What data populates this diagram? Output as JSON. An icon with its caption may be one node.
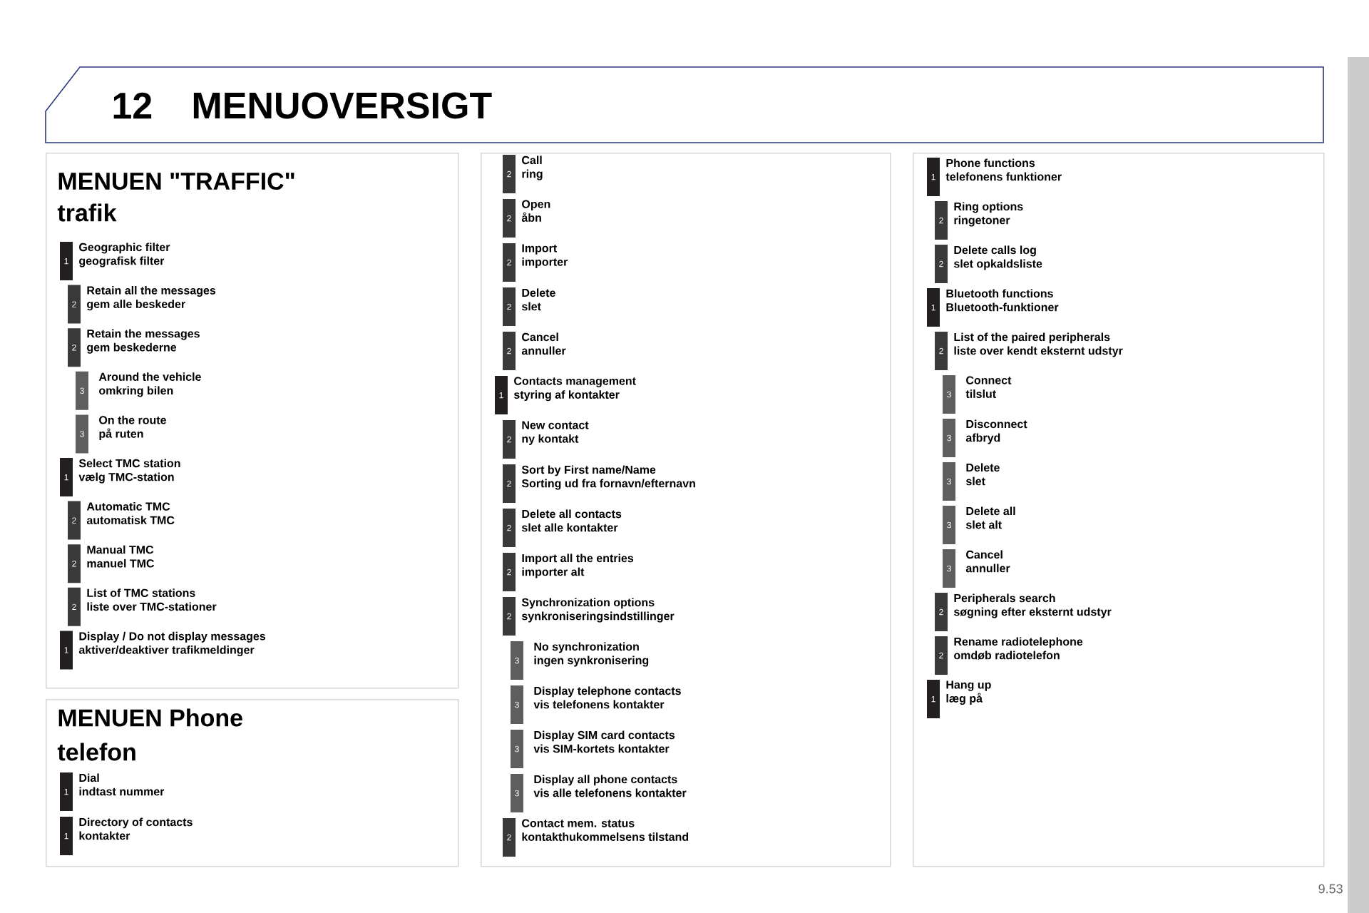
{
  "diagram": {
    "title": "MENUOVERSIGT",
    "nodes": [
      {
        "text": [
          "MENUEN \"TRAFFIC\"",
          "trafik"
        ]
      },
      {
        "text": [
          "1"
        ],
        "beside": [
          "Geographic filter",
          "geografisk filter"
        ],
        "in": 0
      },
      {
        "text": [
          "2"
        ],
        "beside": [
          "Retain all the messages",
          "gem alle beskeder"
        ],
        "in": 0
      },
      {
        "text": [
          "2"
        ],
        "beside": [
          "Retain the messages",
          "gem beskederne"
        ],
        "in": 0
      },
      {
        "text": [
          "3"
        ],
        "beside": [
          "Around the vehicle",
          "omkring bilen"
        ],
        "in": 0
      },
      {
        "text": [
          "3"
        ],
        "beside": [
          "On the route",
          "på ruten"
        ],
        "in": 0
      },
      {
        "text": [
          "1"
        ],
        "beside": [
          "Select TMC station",
          "vælg TMC-station"
        ],
        "in": 0
      },
      {
        "text": [
          "2"
        ],
        "beside": [
          "Automatic TMC",
          "automatisk TMC"
        ],
        "in": 0
      },
      {
        "text": [
          "2"
        ],
        "beside": [
          "Manual TMC",
          "manuel TMC"
        ],
        "in": 0
      },
      {
        "text": [
          "2"
        ],
        "beside": [
          "List of TMC stations",
          "liste over TMC-stationer"
        ],
        "in": 0
      },
      {
        "text": [
          "1"
        ],
        "beside": [
          "Display / Do not display messages",
          "aktiver/deaktiver trafikmeldinger"
        ],
        "in": 0
      },
      {
        "text": [
          "MENUEN Phone",
          "telefon"
        ]
      },
      {
        "text": [
          "1"
        ],
        "beside": [
          "Dial",
          "indtast nummer"
        ],
        "in": 11
      },
      {
        "text": [
          "1"
        ],
        "beside": [
          "Directory of contacts",
          "kontakter"
        ],
        "in": 11
      },
      {
        "text": [],
        "shape": "box"
      },
      {
        "text": [
          "2"
        ],
        "beside": [
          "Call",
          "ring"
        ],
        "in": 14
      },
      {
        "text": [
          "2"
        ],
        "beside": [
          "Open",
          "åbn"
        ],
        "in": 14
      },
      {
        "text": [
          "2"
        ],
        "beside": [
          "Import",
          "importer"
        ],
        "in": 14
      },
      {
        "text": [
          "2"
        ],
        "beside": [
          "Delete",
          "slet"
        ],
        "in": 14
      },
      {
        "text": [
          "2"
        ],
        "beside": [
          "Cancel",
          "annuller"
        ],
        "in": 14
      },
      {
        "text": [
          "1"
        ],
        "beside": [
          "Contacts management",
          "styring af kontakter"
        ],
        "in": 14
      },
      {
        "text": [
          "2"
        ],
        "beside": [
          "New contact",
          "ny kontakt"
        ],
        "in": 14
      },
      {
        "text": [
          "2"
        ],
        "beside": [
          "Sort by First name/Name",
          "Sorting ud fra fornavn/efternavn"
        ],
        "in": 14
      },
      {
        "text": [
          "2"
        ],
        "beside": [
          "Delete all contacts",
          "slet alle kontakter"
        ],
        "in": 14
      },
      {
        "text": [
          "2"
        ],
        "beside": [
          "Import all the entries",
          "importer alt"
        ],
        "in": 14
      },
      {
        "text": [
          "2"
        ],
        "beside": [
          "Synchronization options",
          "synkroniseringsindstillinger"
        ],
        "in": 14
      },
      {
        "text": [
          "3"
        ],
        "beside": [
          "No synchronization",
          "ingen synkronisering"
        ],
        "in": 14
      },
      {
        "text": [
          "3"
        ],
        "beside": [
          "Display telephone contacts",
          "vis telefonens kontakter"
        ],
        "in": 14
      },
      {
        "text": [
          "3"
        ],
        "beside": [
          "Display SIM card contacts",
          "vis SIM-kortets kontakter"
        ],
        "in": 14
      },
      {
        "text": [
          "3"
        ],
        "beside": [
          "Display all phone contacts",
          "vis alle telefonens kontakter"
        ],
        "in": 14
      },
      {
        "text": [
          "2"
        ],
        "beside": [
          "Contact mem. status",
          "kontakthukommelsens tilstand"
        ],
        "in": 14
      },
      {
        "text": [],
        "shape": "box"
      },
      {
        "text": [
          "1"
        ],
        "beside": [
          "Phone functions",
          "telefonens funktioner"
        ],
        "in": 31
      },
      {
        "text": [
          "2"
        ],
        "beside": [
          "Ring options",
          "ringetoner"
        ],
        "in": 31
      },
      {
        "text": [
          "2"
        ],
        "beside": [
          "Delete calls log",
          "slet opkaldsliste"
        ],
        "in": 31
      },
      {
        "text": [
          "1"
        ],
        "beside": [
          "Bluetooth functions",
          "Bluetooth-funktioner"
        ],
        "in": 31
      },
      {
        "text": [
          "2"
        ],
        "beside": [
          "List of the paired peripherals",
          "liste over kendt eksternt udstyr"
        ],
        "in": 31
      },
      {
        "text": [
          "3"
        ],
        "beside": [
          "Connect",
          "tilslut"
        ],
        "in": 31
      },
      {
        "text": [
          "3"
        ],
        "beside": [
          "Disconnect",
          "afbryd"
        ],
        "in": 31
      },
      {
        "text": [
          "3"
        ],
        "beside": [
          "Delete",
          "slet"
        ],
        "in": 31
      },
      {
        "text": [
          "3"
        ],
        "beside": [
          "Delete all",
          "slet alt"
        ],
        "in": 31
      },
      {
        "text": [
          "3"
        ],
        "beside": [
          "Cancel",
          "annuller"
        ],
        "in": 31
      },
      {
        "text": [
          "2"
        ],
        "beside": [
          "Peripherals search",
          "søgning efter eksternt udstyr"
        ],
        "in": 31
      },
      {
        "text": [
          "2"
        ],
        "beside": [
          "Rename radiotelephone",
          "omdøb radiotelefon"
        ],
        "in": 31
      },
      {
        "text": [
          "1"
        ],
        "beside": [
          "Hang up",
          "læg på"
        ],
        "in": 31
      }
    ],
    "labels": [
      "12",
      "9.53"
    ]
  }
}
